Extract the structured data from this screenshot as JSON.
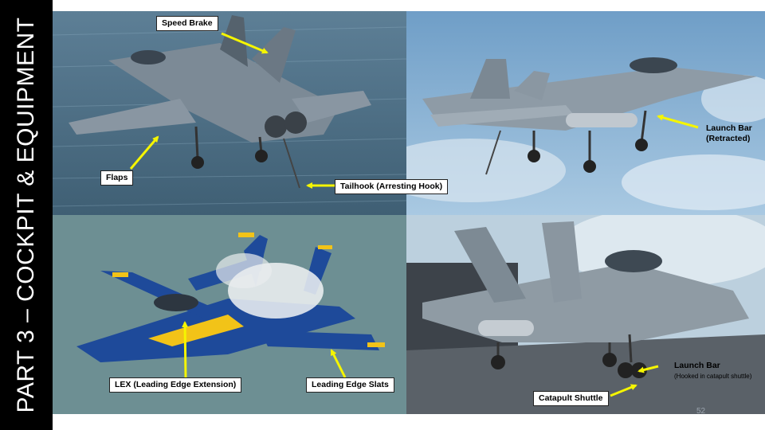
{
  "slide": {
    "sidebar_title": "PART 3 – COCKPIT & EQUIPMENT",
    "page_number": "52"
  },
  "callouts": {
    "speed_brake": "Speed Brake",
    "flaps": "Flaps",
    "tailhook": "Tailhook (Arresting Hook)",
    "launch_bar_retracted_1": "Launch Bar",
    "launch_bar_retracted_2": "(Retracted)",
    "lex": "LEX (Leading Edge Extension)",
    "leading_edge_slats": "Leading Edge Slats",
    "launch_bar_hooked": "Launch Bar",
    "launch_bar_hooked_sub": "(Hooked in catapult shuttle)",
    "catapult_shuttle": "Catapult Shuttle"
  },
  "colors": {
    "sidebar": "#000000",
    "pointer": "#f5f500",
    "ocean": "#4f6f86",
    "sky": "#8fb6d6",
    "blue_angels_bg": "#6a8f93",
    "deck": "#5e646a"
  }
}
